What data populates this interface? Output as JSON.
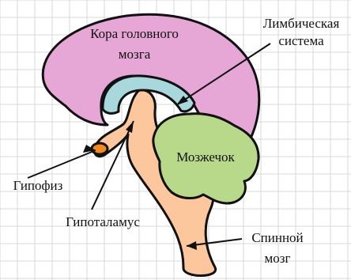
{
  "labels": {
    "cortex_line1": "Кора головного",
    "cortex_line2": "мозга",
    "limbic_line1": "Лимбическая",
    "limbic_line2": "система",
    "cerebellum": "Мозжечок",
    "pituitary": "Гипофиз",
    "hypothalamus": "Гипоталамус",
    "spinal_line1": "Спинной",
    "spinal_line2": "мозг"
  },
  "colors": {
    "grid_background": "#ffffff",
    "grid_lines": "#d9d9d9",
    "cortex": "#e6a6d6",
    "limbic": "#a8d8db",
    "cerebellum": "#b9d98a",
    "brainstem": "#fcc79c",
    "pituitary_dot": "#f28a1e",
    "outline": "#111111"
  }
}
